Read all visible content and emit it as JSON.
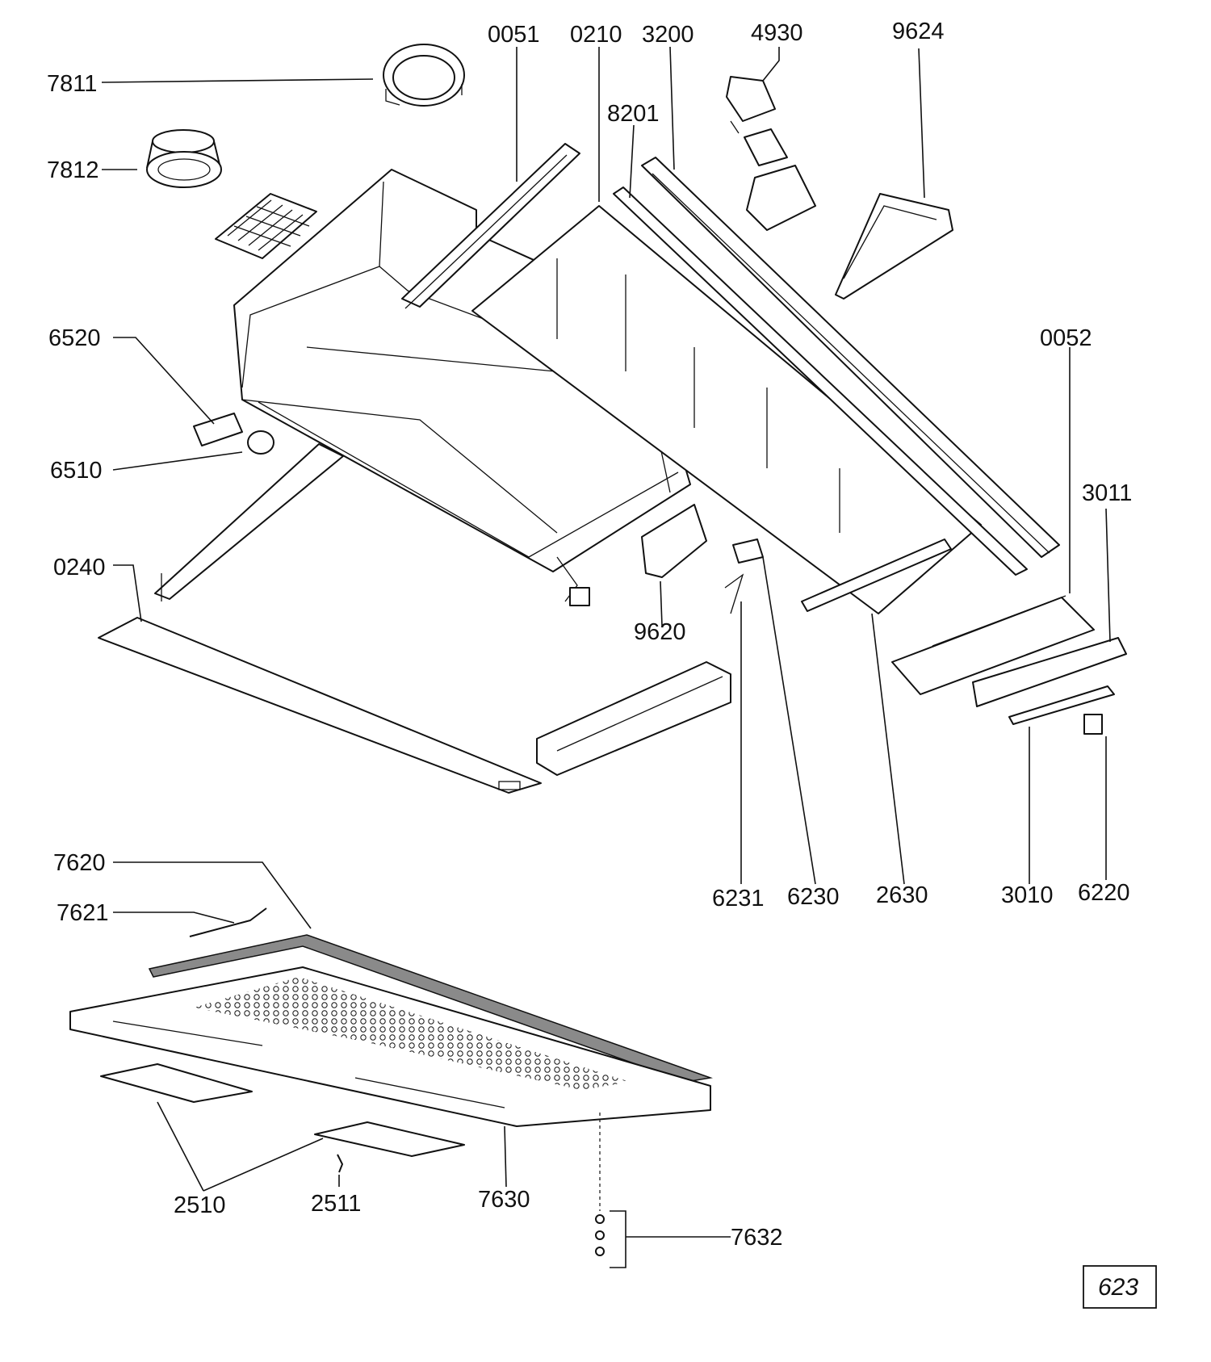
{
  "diagram": {
    "labels": {
      "p0051": "0051",
      "p0210": "0210",
      "p3200": "3200",
      "p4930": "4930",
      "p9624": "9624",
      "p7811": "7811",
      "p8201": "8201",
      "p7812": "7812",
      "p6520": "6520",
      "p0052": "0052",
      "p6510": "6510",
      "p3011": "3011",
      "p0240": "0240",
      "p9620": "9620",
      "p7620": "7620",
      "p7621": "7621",
      "p6231": "6231",
      "p6230": "6230",
      "p2630": "2630",
      "p3010": "3010",
      "p6220": "6220",
      "p2510": "2510",
      "p2511": "2511",
      "p7630": "7630",
      "p7632": "7632"
    },
    "figure_number": "623"
  }
}
